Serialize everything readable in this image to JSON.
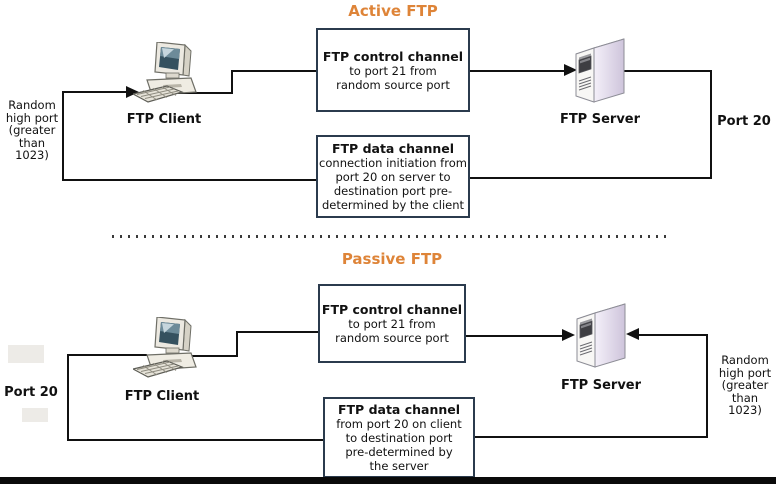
{
  "colors": {
    "section_title": "#DE8438",
    "box_border": "#2B3B4D",
    "connector": "#111111"
  },
  "icons": {
    "client": "desktop-computer-icon",
    "server": "server-tower-icon"
  },
  "active": {
    "title": "Active FTP",
    "client_label": "FTP Client",
    "server_label": "FTP Server",
    "left_label": [
      "Random",
      "high port",
      "(greater",
      "than",
      "1023)"
    ],
    "right_label": "Port 20",
    "control_box": {
      "heading": "FTP control channel",
      "lines": [
        "to port 21 from",
        "random source port"
      ]
    },
    "data_box": {
      "heading": "FTP data channel",
      "lines": [
        "connection initiation from",
        "port 20 on server to",
        "destination port pre-",
        "determined by the client"
      ]
    }
  },
  "passive": {
    "title": "Passive FTP",
    "client_label": "FTP Client",
    "server_label": "FTP Server",
    "left_label": "Port 20",
    "right_label": [
      "Random",
      "high port",
      "(greater",
      "than",
      "1023)"
    ],
    "control_box": {
      "heading": "FTP control channel",
      "lines": [
        "to port 21 from",
        "random source port"
      ]
    },
    "data_box": {
      "heading": "FTP data channel",
      "lines": [
        "from port 20 on client",
        "to destination port",
        "pre-determined by",
        "the server"
      ]
    }
  }
}
